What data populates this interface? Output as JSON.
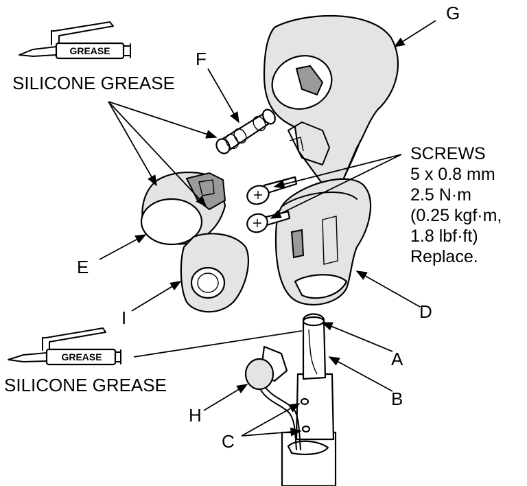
{
  "labels": {
    "A": "A",
    "B": "B",
    "C": "C",
    "D": "D",
    "E": "E",
    "F": "F",
    "G": "G",
    "H": "H",
    "I": "I"
  },
  "grease_top": {
    "tube_text": "GREASE",
    "caption": "SILICONE GREASE"
  },
  "grease_bottom": {
    "tube_text": "GREASE",
    "caption": "SILICONE GREASE"
  },
  "screws_spec": {
    "title": "SCREWS",
    "lines": [
      "5 x 0.8 mm",
      "2.5 N·m",
      "(0.25 kgf·m,",
      "1.8 lbf·ft)",
      "Replace."
    ]
  },
  "icons": [
    "grease-tube-icon",
    "screw-icon",
    "arrow-leader-icon"
  ]
}
